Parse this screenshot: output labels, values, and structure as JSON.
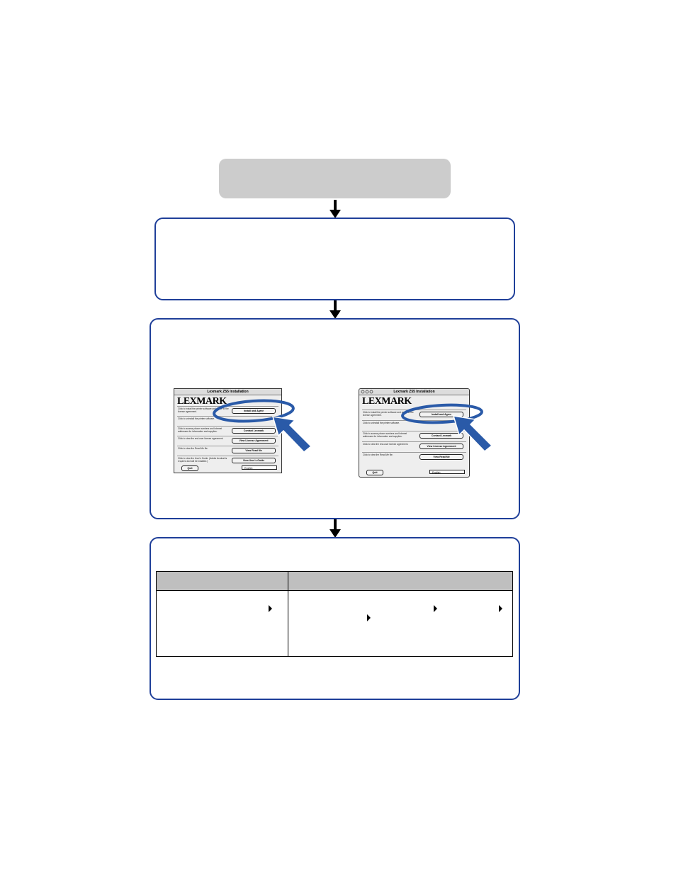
{
  "dialog_left": {
    "title": "Lexmark Z55 Installation",
    "logo": "LEXMARK",
    "rows": [
      {
        "text": "Click to install the printer software and agree to the license agreement.",
        "button": "Install and Agree"
      },
      {
        "text": "Click to uninstall the printer software.",
        "button": ""
      },
      {
        "text": "Click to access phone numbers and Internet addresses for information and supplies.",
        "button": "Contact Lexmark"
      },
      {
        "text": "Click to view the end-user license agreement.",
        "button": "View License Agreement"
      },
      {
        "text": "Click to view the Read Me file.",
        "button": "View Read Me"
      },
      {
        "text": "Click to view the User's Guide. (Adobe Acrobat is required and will be installed.)",
        "button": "View User's Guide"
      }
    ],
    "quit_button": "Quit",
    "language": "English"
  },
  "dialog_right": {
    "title": "Lexmark Z55 Installation",
    "logo": "LEXMARK",
    "rows": [
      {
        "text": "Click to install the printer software and agree to the license agreement.",
        "button": "Install and Agree"
      },
      {
        "text": "Click to uninstall the printer software.",
        "button": ""
      },
      {
        "text": "Click to access phone numbers and Internet addresses for information and supplies.",
        "button": "Contact Lexmark"
      },
      {
        "text": "Click to view the end-user license agreement.",
        "button": "View License Agreement"
      },
      {
        "text": "Click to view the Read Me file.",
        "button": "View Read Me"
      }
    ],
    "quit_button": "Quit",
    "language": "English"
  },
  "colors": {
    "frame": "#1f3f99",
    "banner": "#cccccc",
    "highlight": "#2a5aa8",
    "table_header": "#bfbfbf"
  },
  "icons": [
    "down-arrow-icon",
    "pointer-arrow-icon",
    "highlight-ellipse-icon",
    "menu-triangle-icon"
  ]
}
